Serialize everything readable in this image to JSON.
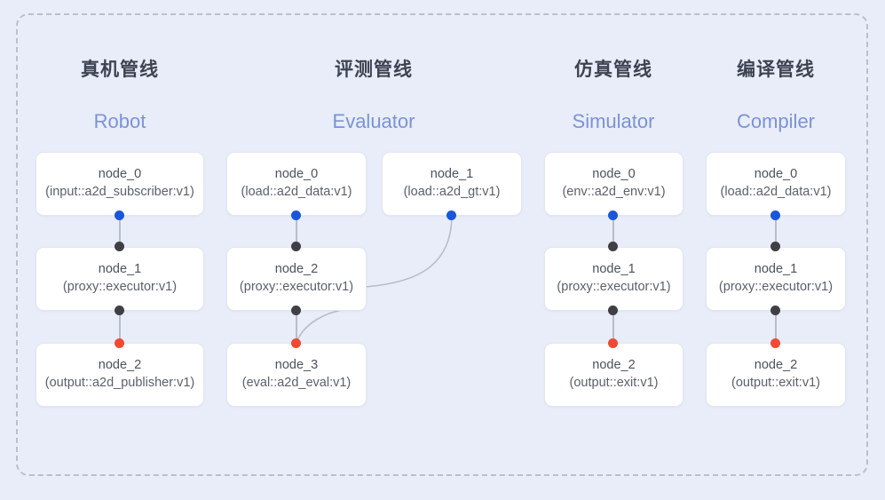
{
  "diagram": {
    "frame_style": "dashed-rounded",
    "background_color": "#e8edf9",
    "dot_colors": {
      "output": "#1a56db",
      "relay": "#3f3f44",
      "input": "#ef4a32"
    },
    "edge_color": "#b7bdc9"
  },
  "columns": [
    {
      "id": "robot",
      "title_cn": "真机管线",
      "subtitle_en": "Robot",
      "nodes": [
        {
          "name": "node_0",
          "kind": "(input::a2d_subscriber:v1)"
        },
        {
          "name": "node_1",
          "kind": "(proxy::executor:v1)"
        },
        {
          "name": "node_2",
          "kind": "(output::a2d_publisher:v1)"
        }
      ]
    },
    {
      "id": "evaluator",
      "title_cn": "评测管线",
      "subtitle_en": "Evaluator",
      "nodes": [
        {
          "name": "node_0",
          "kind": "(load::a2d_data:v1)"
        },
        {
          "name": "node_1",
          "kind": "(load::a2d_gt:v1)"
        },
        {
          "name": "node_2",
          "kind": "(proxy::executor:v1)"
        },
        {
          "name": "node_3",
          "kind": "(eval::a2d_eval:v1)"
        }
      ]
    },
    {
      "id": "simulator",
      "title_cn": "仿真管线",
      "subtitle_en": "Simulator",
      "nodes": [
        {
          "name": "node_0",
          "kind": "(env::a2d_env:v1)"
        },
        {
          "name": "node_1",
          "kind": "(proxy::executor:v1)"
        },
        {
          "name": "node_2",
          "kind": "(output::exit:v1)"
        }
      ]
    },
    {
      "id": "compiler",
      "title_cn": "编译管线",
      "subtitle_en": "Compiler",
      "nodes": [
        {
          "name": "node_0",
          "kind": "(load::a2d_data:v1)"
        },
        {
          "name": "node_1",
          "kind": "(proxy::executor:v1)"
        },
        {
          "name": "node_2",
          "kind": "(output::exit:v1)"
        }
      ]
    }
  ]
}
